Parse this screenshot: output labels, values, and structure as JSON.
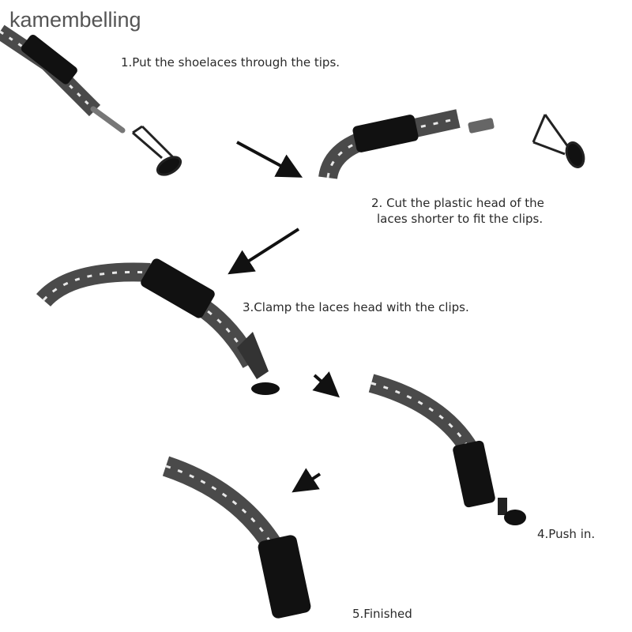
{
  "watermark": "kamembelling",
  "steps": [
    {
      "text": "1.Put the shoelaces through the tips."
    },
    {
      "line1": "2. Cut the plastic head of the",
      "line2": "laces shorter to fit the clips."
    },
    {
      "text": "3.Clamp the laces head with the clips."
    },
    {
      "text": "4.Push in."
    },
    {
      "text": "5.Finished"
    }
  ],
  "colors": {
    "lace": "#4a4a4a",
    "stripe": "#e8e8e8",
    "tip": "#111111",
    "arrow": "#111111"
  }
}
